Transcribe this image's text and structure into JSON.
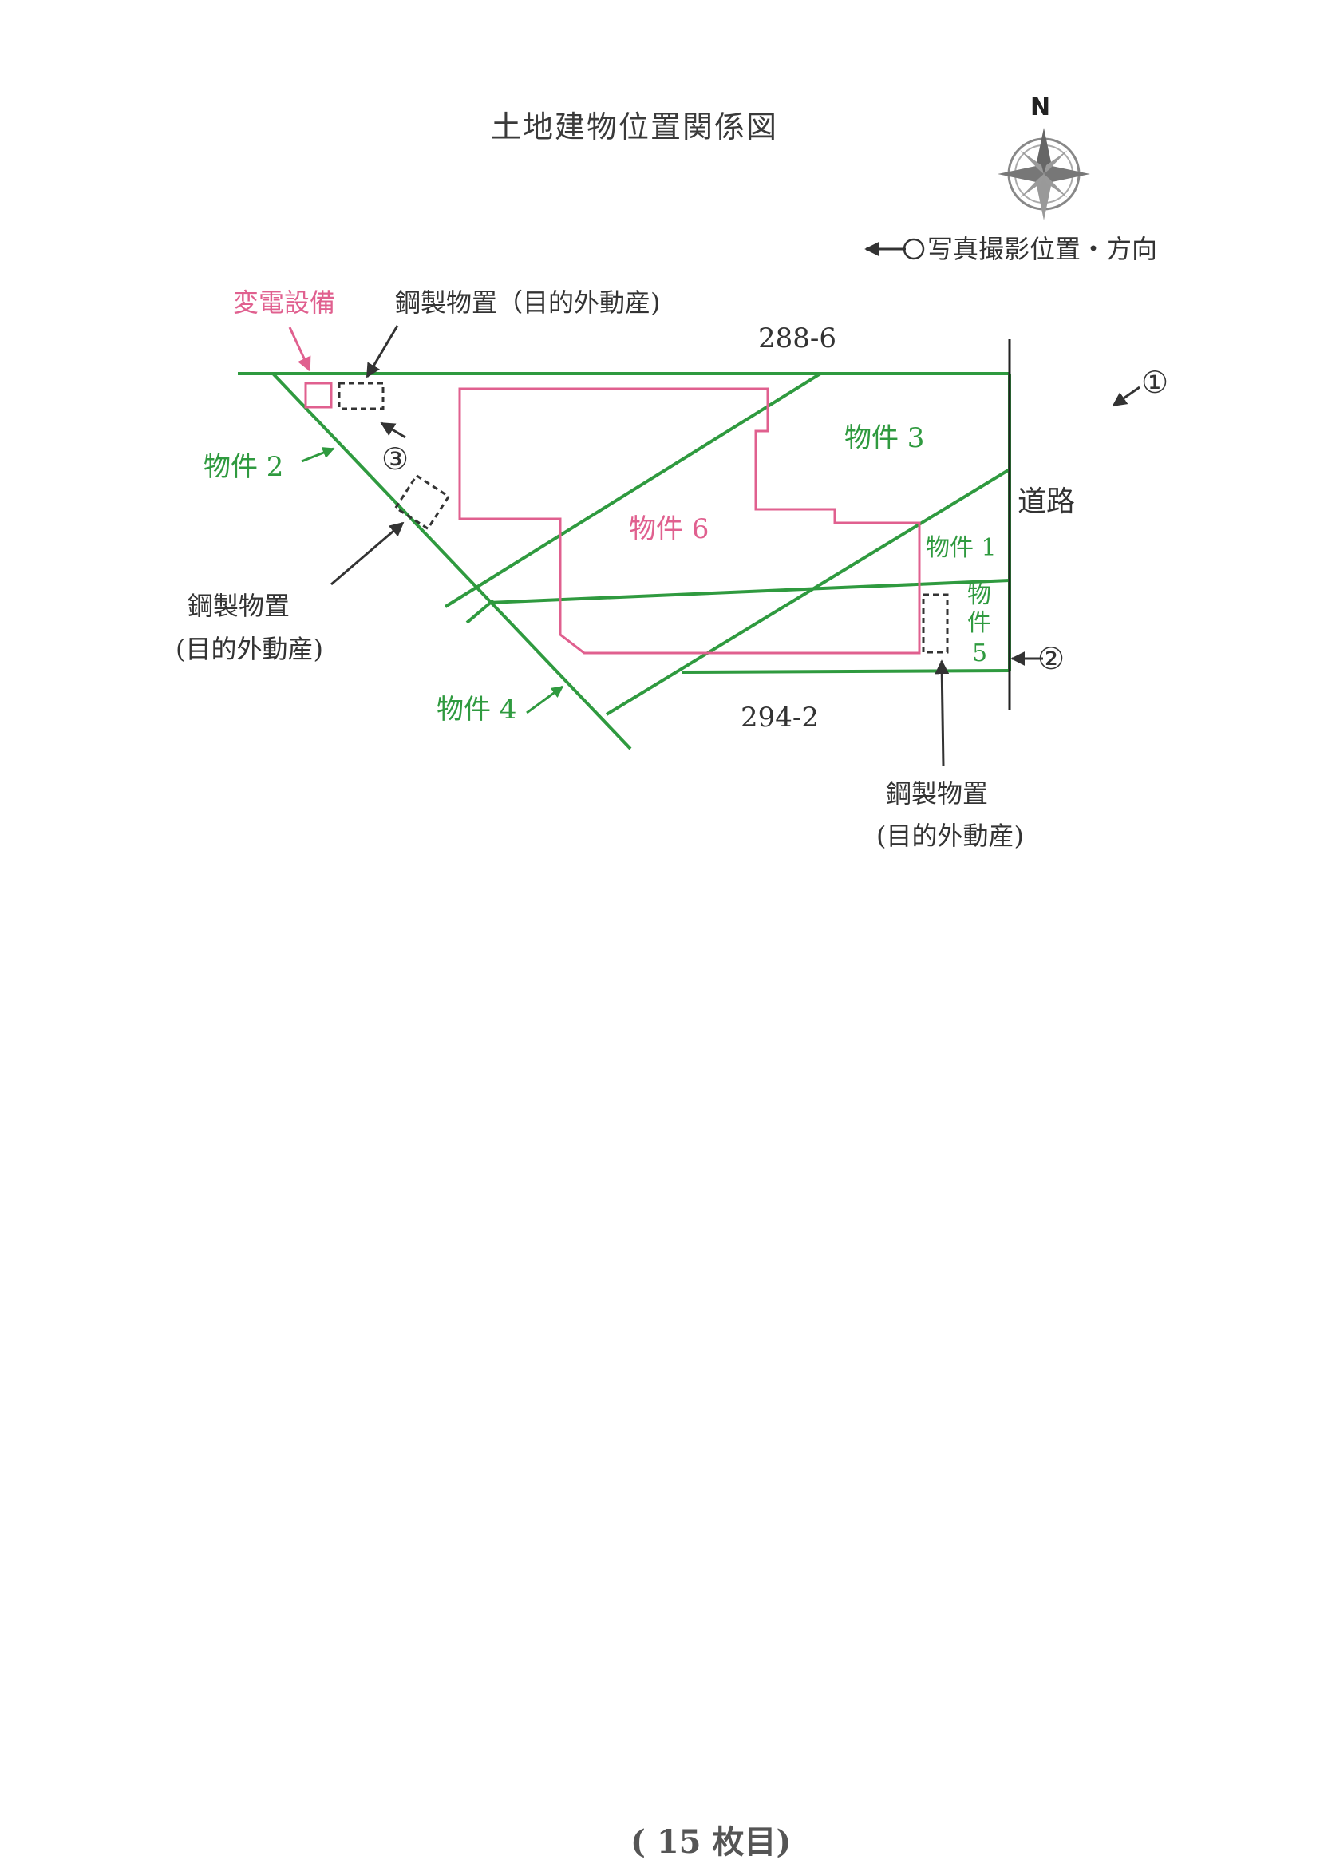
{
  "title": "土地建物位置関係図",
  "compass": {
    "north_label": "N",
    "icon": "compass-rose-icon"
  },
  "legend": {
    "text": "写真撮影位置・方向",
    "icon": "arrow-circle-icon"
  },
  "colors": {
    "parcel_line": "#2f9a3f",
    "building": "#e0608f",
    "marker": "#333333",
    "text": "#333333"
  },
  "parcel_labels": {
    "property1": "物件 1",
    "property2": "物件 2",
    "property3": "物件 3",
    "property4": "物件 4",
    "property5_line1": "物",
    "property5_line2": "件",
    "property5_line3": "5"
  },
  "building_label": "物件 6",
  "substation_label": "変電設備",
  "steel_top_label": "鋼製物置（目的外動産)",
  "steel_left": {
    "line1": "鋼製物置",
    "line2": "(目的外動産)"
  },
  "steel_bottom": {
    "line1": "鋼製物置",
    "line2": "(目的外動産)"
  },
  "lot_labels": {
    "north": "288-6",
    "south": "294-2"
  },
  "road_label": "道路",
  "photo_positions": [
    "①",
    "②",
    "③"
  ],
  "page_number": "( 15 枚目)"
}
